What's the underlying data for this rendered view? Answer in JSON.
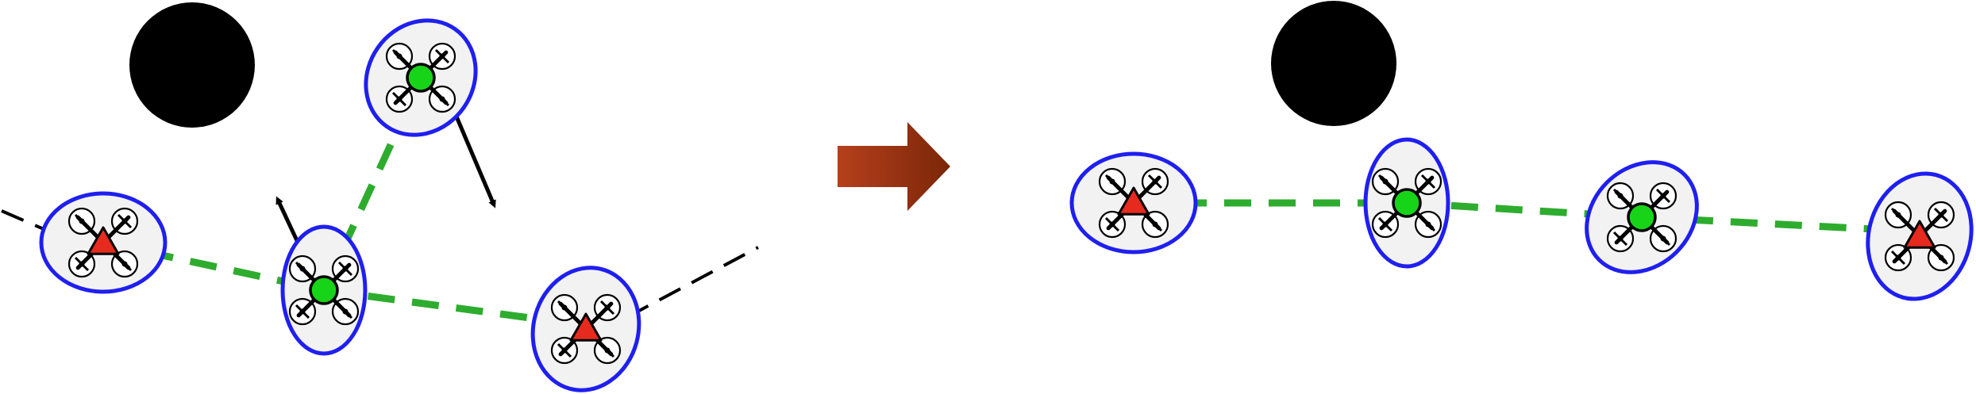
{
  "diagram": {
    "description_visible_text": "",
    "colors": {
      "obstacle": "#000000",
      "ellipse_stroke": "#1f1ff0",
      "ellipse_fill": "#f2f2f2",
      "leader_fill": "#e62a1e",
      "follower_fill": "#18d418",
      "formation_link": "#2eac2e",
      "external_path": "#000000",
      "arrow_grad_start": "#b5401c",
      "arrow_grad_end": "#7a2608"
    },
    "icons": {
      "obstacle": "filled-circle",
      "leader": "red-triangle",
      "follower": "green-circle",
      "robot": "quadrotor-drone",
      "transition": "right-block-arrow"
    },
    "before_panel": {
      "leaders": 2,
      "followers": 2,
      "motion_arrows": 2
    },
    "after_panel": {
      "leaders": 2,
      "followers": 2
    }
  }
}
